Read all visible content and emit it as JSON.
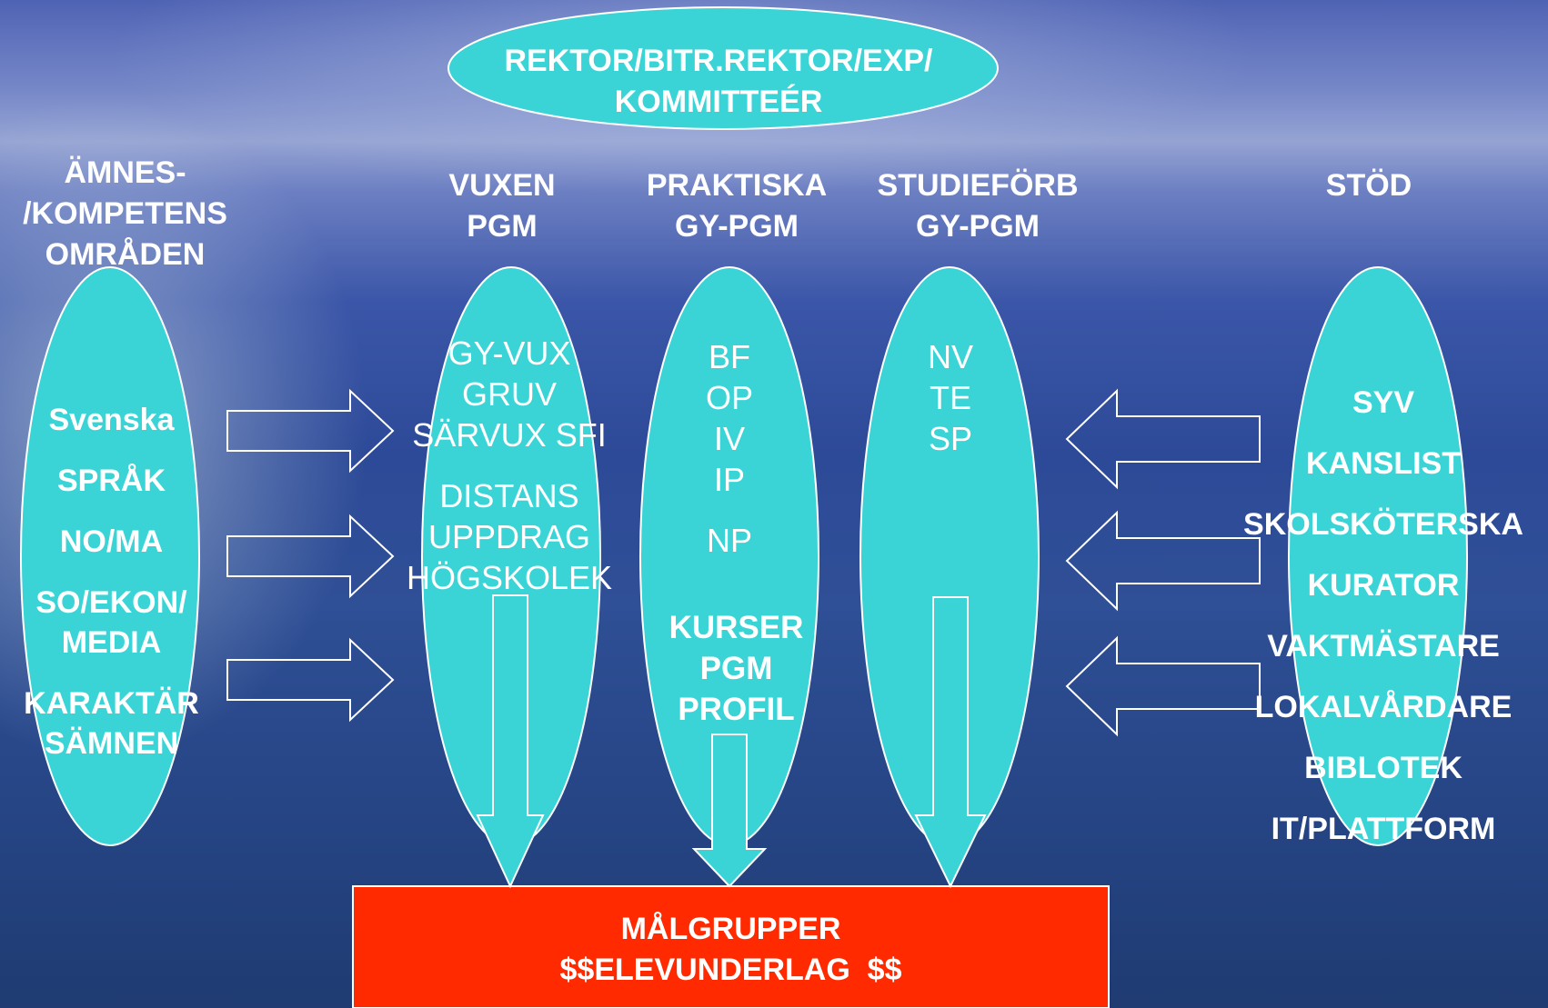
{
  "top_oval": {
    "line1": "REKTOR/BITR.REKTOR/EXP/",
    "line2": "KOMMITTEÉR"
  },
  "headers": {
    "amnes": [
      "ÄMNES-",
      "/KOMPETENS",
      "OMRÅDEN"
    ],
    "vuxen": [
      "VUXEN",
      "PGM"
    ],
    "praktiska": [
      "PRAKTISKA",
      "GY-PGM"
    ],
    "studieforb": [
      "STUDIEFÖRB",
      "GY-PGM"
    ],
    "stod": [
      "STÖD"
    ]
  },
  "amnes_items": [
    "Svenska",
    "SPRÅK",
    "NO/MA",
    "SO/EKON/",
    "MEDIA",
    "KARAKTÄR",
    "SÄMNEN"
  ],
  "vuxen_items": [
    "GY-VUX",
    "GRUV",
    "SÄRVUX SFI",
    "DISTANS",
    "UPPDRAG",
    "HÖGSKOLEK"
  ],
  "praktiska_items": [
    "BF",
    "OP",
    "IV",
    "IP",
    "NP"
  ],
  "praktiska_bold": [
    "KURSER",
    "PGM",
    "PROFIL"
  ],
  "studieforb_items": [
    "NV",
    "TE",
    "SP"
  ],
  "stod_items": [
    "SYV",
    "KANSLIST",
    "SKOLSKÖTERSKA",
    "KURATOR",
    "VAKTMÄSTARE",
    "LOKALVÅRDARE",
    "BIBLOTEK",
    "IT/PLATTFORM"
  ],
  "bottom_box": {
    "line1": "MÅLGRUPPER",
    "line2": "$$ELEVUNDERLAG  $$"
  },
  "colors": {
    "oval": "#3ad4d6",
    "box": "#ff2a00",
    "text": "#ffffff"
  }
}
